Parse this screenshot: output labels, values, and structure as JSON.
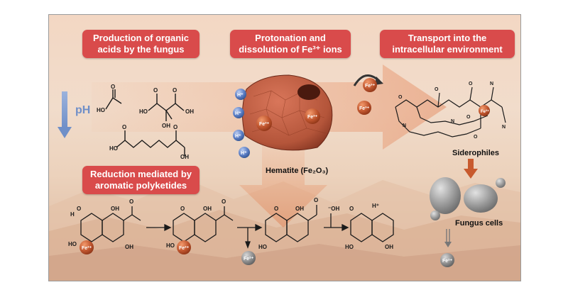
{
  "headings": {
    "organic_acids": "Production of organic acids by the fungus",
    "protonation": "Protonation and dissolution of Fe³⁺ ions",
    "transport": "Transport into the intracellular environment",
    "reduction": "Reduction mediated by aromatic polyketides"
  },
  "labels": {
    "ph": "pH",
    "hematite": "Hematite (Fe₂O₃)",
    "siderophiles": "Siderophiles",
    "fungus_cells": "Fungus cells",
    "proton": "H⁺",
    "fe3": "Fe³⁺",
    "fe2": "Fe²⁺",
    "hydroxide": "⁻OH"
  },
  "colors": {
    "pill": "#d94b4b",
    "hematite": "#b4553a",
    "fe_ion": "#c0562f",
    "proton": "#4c6fb4",
    "arrow": "#c85a2e"
  }
}
